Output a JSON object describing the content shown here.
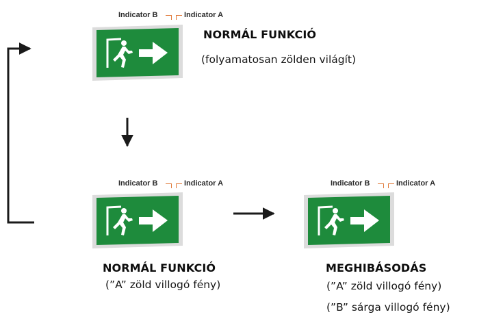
{
  "labels": {
    "indicator_b": "Indicator B",
    "indicator_a": "Indicator A"
  },
  "states": [
    {
      "id": "top",
      "title": "NORMÁL FUNKCIÓ",
      "lines": [
        "(folyamatosan zölden világít)"
      ]
    },
    {
      "id": "bottom-left",
      "title": "NORMÁL FUNKCIÓ",
      "lines": [
        "(”A” zöld villogó fény)"
      ]
    },
    {
      "id": "bottom-right",
      "title": "MEGHIBÁSODÁS",
      "lines": [
        "(”A” zöld villogó fény)",
        "(”B” sárga villogó fény)"
      ]
    }
  ],
  "colors": {
    "sign_green": "#1e8b3c",
    "sign_frame": "#d9d9d9",
    "indicator_tick": "#e07a3a",
    "arrow": "#1a1a1a"
  },
  "icons": [
    "running-man-icon",
    "right-arrow-icon"
  ]
}
